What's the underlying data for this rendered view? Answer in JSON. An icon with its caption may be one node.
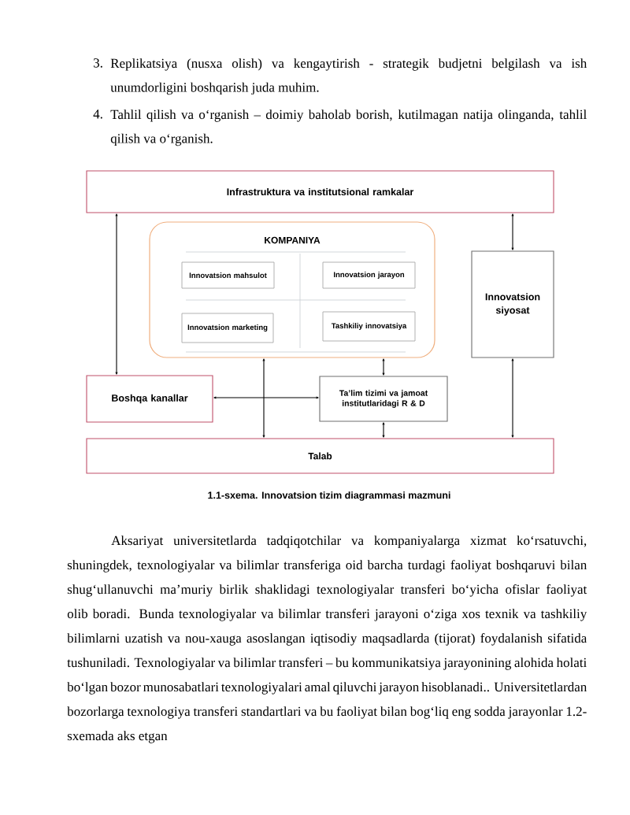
{
  "diagram": {
    "caption": "1.1-sxema. Innovatsion tizim diagrammasi mazmuni",
    "nodes": [
      {
        "text": [
          "Infrastruktura va institutsional ramkalar"
        ]
      },
      {
        "text": [
          "KOMPANIYA"
        ]
      },
      {
        "text": [
          "Innovatsion mahsulot"
        ],
        "in": 1
      },
      {
        "text": [
          "Innovatsion jarayon"
        ],
        "in": 1
      },
      {
        "text": [
          "Innovatsion marketing"
        ],
        "in": 1
      },
      {
        "text": [
          "Tashkiliy innovatsiya"
        ],
        "in": 1
      },
      {
        "text": [
          "Innovatsion siyosat"
        ]
      },
      {
        "text": [
          "Boshqa kanallar"
        ]
      },
      {
        "text": [
          "Ta’lim tizimi va jamoat institutlaridagi R & D"
        ]
      },
      {
        "text": [
          "Talab"
        ]
      }
    ],
    "edges": [
      {
        "from": 0,
        "to": 7,
        "arrow": "both"
      },
      {
        "from": 0,
        "to": 6,
        "arrow": "both"
      },
      {
        "from": 6,
        "to": 9,
        "arrow": "both"
      },
      {
        "from": 7,
        "to": 8,
        "arrow": "both"
      },
      {
        "from": 1,
        "to": 9,
        "arrow": "both"
      },
      {
        "from": 1,
        "to": 8,
        "arrow": "both"
      },
      {
        "from": 8,
        "to": 9,
        "arrow": "both"
      }
    ],
    "labels": [
      "3.",
      "Replikatsiya (nusxa olish) va kengaytirish - strategik budjetni belgilash va ish unumdorligini boshqarish juda muhim.",
      "4.",
      "Tahlil qilish va o‘rganish – doimiy baholab borish, kutilmagan natija olinganda, tahlil qilish va o‘rganish.",
      "Aksariyat universitetlarda tadqiqotchilar va kompaniyalarga xizmat ko‘rsatuvchi, shuningdek, texnologiyalar va bilimlar transferiga oid barcha turdagi faoliyat boshqaruvi bilan shug‘ullanuvchi ma’muriy birlik shaklidagi texnologiyalar transferi bo‘yicha ofislar faoliyat olib boradi. Bunda texnologiyalar va bilimlar transferi jarayoni o‘ziga xos texnik va tashkiliy bilimlarni uzatish va nou-xauga asoslangan iqtisodiy maqsadlarda (tijorat) foydalanish sifatida tushuniladi. Texnologiyalar va bilimlar transferi – bu kommunikatsiya jarayonining alohida holati bo‘lgan bozor munosabatlari texnologiyalari amal qiluvchi jarayon hisoblanadi.. Universitetlardan bozorlarga texnologiya transferi standartlari va bu faoliyat bilan bog‘liq eng sodda jarayonlar 1.2-sxemada aks etgan"
    ]
  }
}
